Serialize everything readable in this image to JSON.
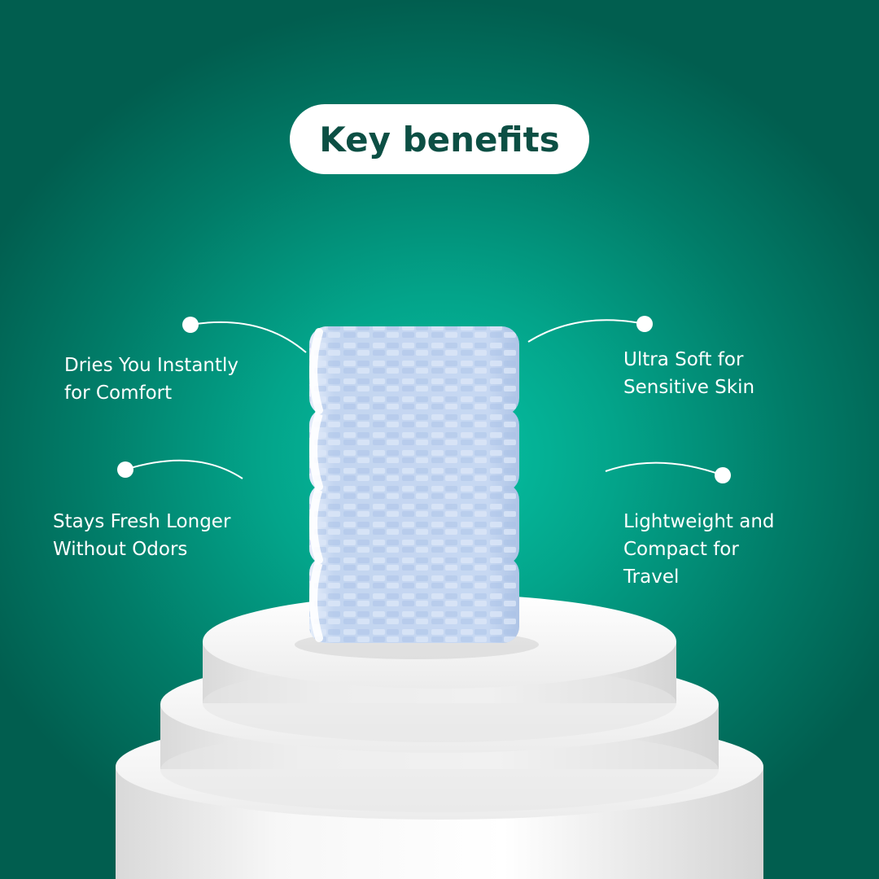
{
  "title": "Key benefits",
  "benefits": [
    {
      "id": "instant-dry",
      "lines": [
        "Dries You Instantly",
        "for Comfort"
      ]
    },
    {
      "id": "fresh",
      "lines": [
        "Stays Fresh Longer",
        "Without Odors"
      ]
    },
    {
      "id": "soft",
      "lines": [
        "Ultra Soft for",
        "Sensitive Skin"
      ]
    },
    {
      "id": "compact",
      "lines": [
        "Lightweight and",
        "Compact for",
        "Travel"
      ]
    }
  ],
  "colors": {
    "background_center": "#06c3a4",
    "background_edge": "#015e4f",
    "title_text": "#0c4f44",
    "towel": "#c9d9f1",
    "pedestal": "#f4f4f4"
  }
}
